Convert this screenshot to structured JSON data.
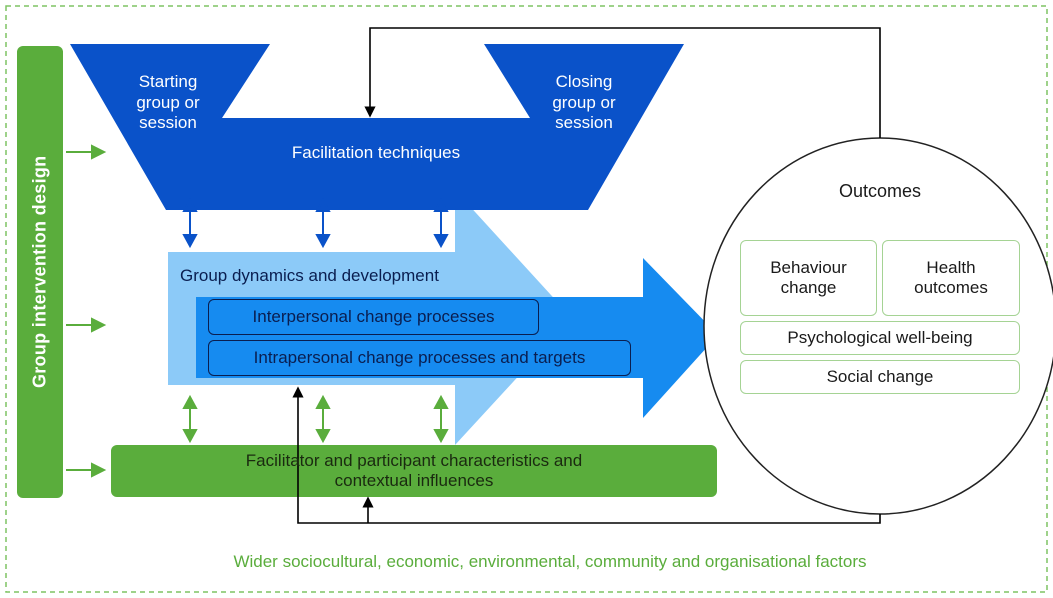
{
  "design_bar": {
    "label": "Group intervention design"
  },
  "techniques": {
    "start_label": "Starting group or session",
    "close_label": "Closing group or session",
    "center_label": "Facilitation techniques"
  },
  "dynamics": {
    "title": "Group dynamics and development",
    "interpersonal": "Interpersonal change processes",
    "intrapersonal": "Intrapersonal change processes and targets"
  },
  "characteristics": {
    "line1": "Facilitator and participant characteristics and",
    "line2": "contextual influences"
  },
  "outcomes": {
    "title": "Outcomes",
    "behaviour": "Behaviour change",
    "health": "Health outcomes",
    "wellbeing": "Psychological well-being",
    "social": "Social change"
  },
  "footer": {
    "label": "Wider sociocultural, economic, environmental, community and organisational factors"
  },
  "colors": {
    "dark_blue": "#0a52c9",
    "mid_blue": "#168bf0",
    "light_blue": "#8ccaf8",
    "green": "#5aad3c",
    "green_light": "#7fc463",
    "outcome_border": "#a5d394"
  }
}
